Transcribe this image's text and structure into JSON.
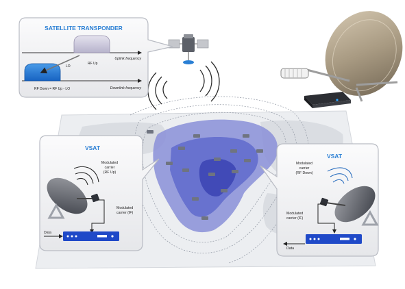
{
  "transponder": {
    "title": "SATELLITE TRANSPONDER",
    "uplink_label": "Uplink frequency",
    "downlink_label": "Downlink frequency",
    "lo_label": "LO",
    "rf_up_label": "RF Up",
    "rf_down_label": "RF Down = RF Up - LO"
  },
  "vsat_left": {
    "title": "VSAT",
    "carrier_rf_line1": "Modulated",
    "carrier_rf_line2": "carrier",
    "carrier_rf_line3": "(RF Up)",
    "carrier_if_line1": "Modulated",
    "carrier_if_line2": "carrier (IF)",
    "data_label": "Data"
  },
  "vsat_right": {
    "title": "VSAT",
    "carrier_rf_line1": "Modulated",
    "carrier_rf_line2": "carrier",
    "carrier_rf_line3": "(RF Down)",
    "carrier_if_line1": "Modulated",
    "carrier_if_line2": "carrier (IF)",
    "data_label": "Data"
  },
  "colors": {
    "accent_blue": "#2a7fd4",
    "modem_blue": "#1f49c8",
    "panel_bg": "#f1f1f3",
    "panel_border": "#b9bcc4",
    "coverage": "#7e86d4",
    "coverage_dark": "#4e5cc4",
    "map_bg": "#e9ebee"
  }
}
